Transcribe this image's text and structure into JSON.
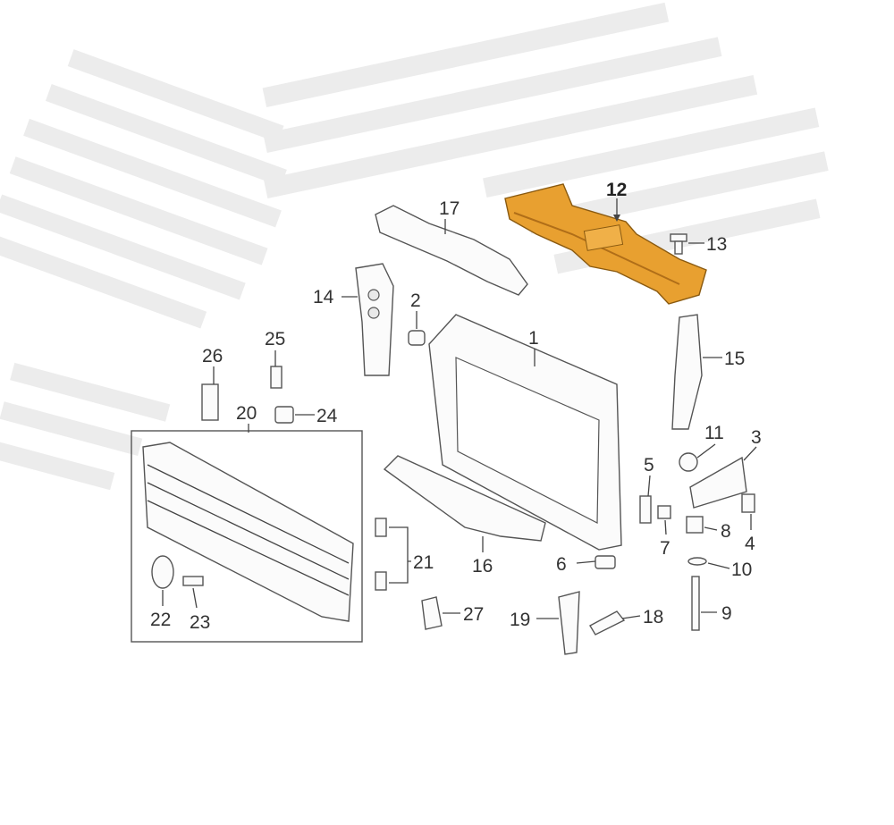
{
  "diagram": {
    "title": "Radiator support / front carrier parts diagram",
    "highlight_color": "#e8a030",
    "callouts": {
      "c1": "1",
      "c2": "2",
      "c3": "3",
      "c4": "4",
      "c5": "5",
      "c6": "6",
      "c7": "7",
      "c8": "8",
      "c9": "9",
      "c10": "10",
      "c11": "11",
      "c12": "12",
      "c13": "13",
      "c14": "14",
      "c15": "15",
      "c16": "16",
      "c17": "17",
      "c18": "18",
      "c19": "19",
      "c20": "20",
      "c21": "21",
      "c22": "22",
      "c23": "23",
      "c24": "24",
      "c25": "25",
      "c26": "26",
      "c27": "27"
    }
  }
}
